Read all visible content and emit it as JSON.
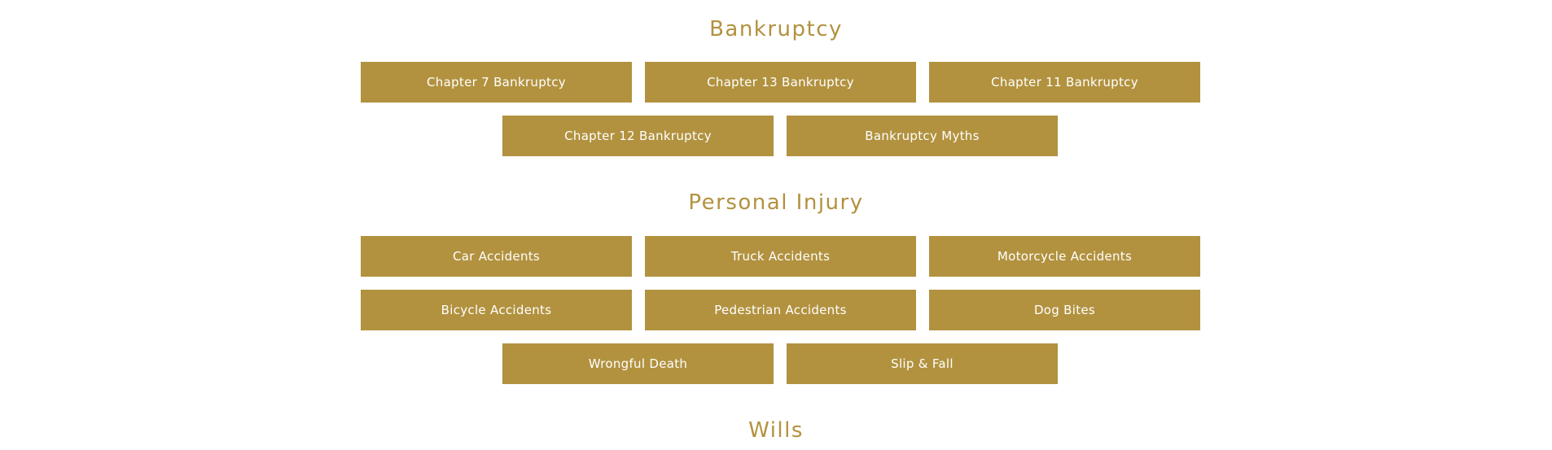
{
  "sections": [
    {
      "heading": "Bankruptcy",
      "buttons": [
        "Chapter 7 Bankruptcy",
        "Chapter 13 Bankruptcy",
        "Chapter 11 Bankruptcy",
        "Chapter 12 Bankruptcy",
        "Bankruptcy Myths"
      ]
    },
    {
      "heading": "Personal Injury",
      "buttons": [
        "Car Accidents",
        "Truck Accidents",
        "Motorcycle Accidents",
        "Bicycle Accidents",
        "Pedestrian Accidents",
        "Dog Bites",
        "Wrongful Death",
        "Slip & Fall"
      ]
    },
    {
      "heading": "Wills",
      "buttons": []
    }
  ],
  "colors": {
    "accent": "#b2923f",
    "button_text": "#ffffff",
    "background": "#ffffff"
  }
}
